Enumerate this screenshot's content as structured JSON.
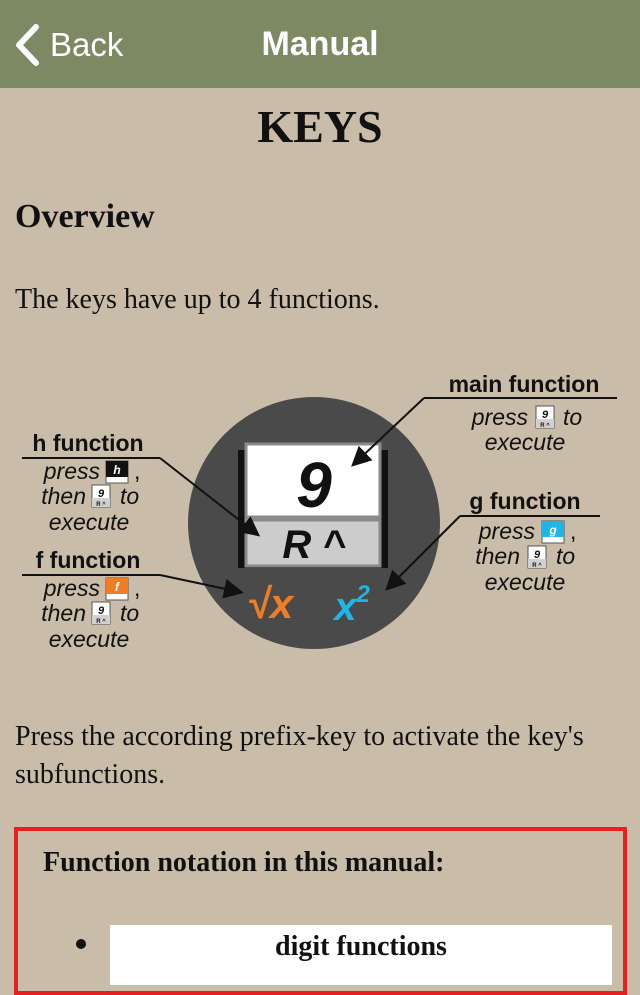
{
  "navbar": {
    "back_label": "Back",
    "title": "Manual",
    "background": "#7d8963",
    "back_icon": "chevron-left-icon"
  },
  "page": {
    "background": "#c9bca8",
    "title": "KEYS",
    "section_heading": "Overview",
    "intro": "The keys have up to 4 functions.",
    "prefix_text": "Press the according prefix-key to activate the key's subfunctions."
  },
  "diagram": {
    "key": {
      "digit": "9",
      "lower_label": "R ^",
      "f_function": "√x",
      "g_function": "x",
      "g_superscript": "2"
    },
    "mini_key": {
      "digit": "9",
      "lower": "R ^"
    },
    "prefix_keys": {
      "h": {
        "label": "h",
        "color": "#111111"
      },
      "f": {
        "label": "f",
        "color": "#f07d23"
      },
      "g": {
        "label": "g",
        "color": "#1eb6e8"
      }
    },
    "main": {
      "title": "main function",
      "press": "press",
      "to": "to",
      "execute": "execute"
    },
    "h": {
      "title": "h function",
      "press": "press",
      "comma": ",",
      "then": "then",
      "to": "to",
      "execute": "execute"
    },
    "f": {
      "title": "f function",
      "press": "press",
      "comma": ",",
      "then": "then",
      "to": "to",
      "execute": "execute"
    },
    "g": {
      "title": "g function",
      "press": "press",
      "comma": ",",
      "then": "then",
      "to": "to",
      "execute": "execute"
    },
    "colors": {
      "circle": "#4a4a4a",
      "f_color": "#f07d23",
      "g_color": "#1eb6e8"
    }
  },
  "notation": {
    "title": "Function notation in this manual:",
    "border_color": "#e6201e",
    "items": [
      "digit functions"
    ]
  }
}
